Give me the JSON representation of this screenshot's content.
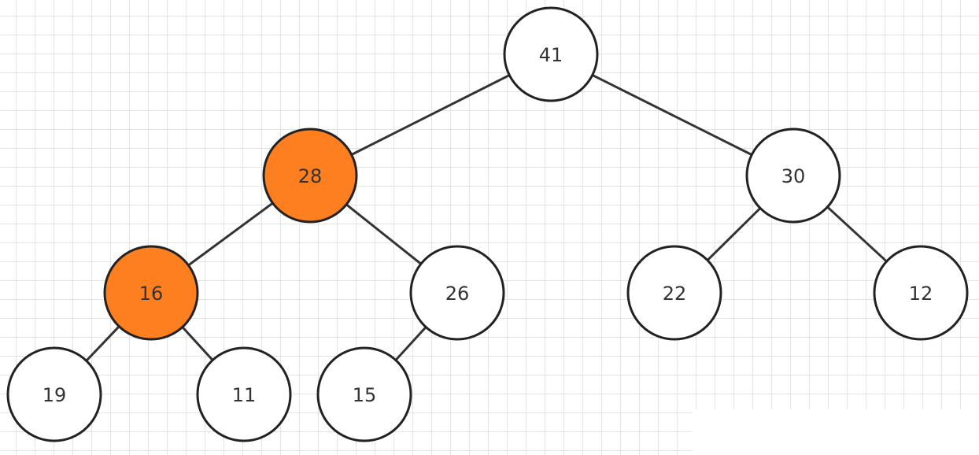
{
  "diagram": {
    "colors": {
      "default_fill": "#ffffff",
      "highlight_fill": "#fd7f1f",
      "stroke": "#222222"
    },
    "nodes": [
      {
        "id": "n41",
        "label": "41",
        "highlighted": false
      },
      {
        "id": "n28",
        "label": "28",
        "highlighted": true
      },
      {
        "id": "n30",
        "label": "30",
        "highlighted": false
      },
      {
        "id": "n16",
        "label": "16",
        "highlighted": true
      },
      {
        "id": "n26",
        "label": "26",
        "highlighted": false
      },
      {
        "id": "n22",
        "label": "22",
        "highlighted": false
      },
      {
        "id": "n12",
        "label": "12",
        "highlighted": false
      },
      {
        "id": "n19",
        "label": "19",
        "highlighted": false
      },
      {
        "id": "n11",
        "label": "11",
        "highlighted": false
      },
      {
        "id": "n15",
        "label": "15",
        "highlighted": false
      }
    ],
    "edges": [
      {
        "from": "n41",
        "to": "n28"
      },
      {
        "from": "n41",
        "to": "n30"
      },
      {
        "from": "n28",
        "to": "n16"
      },
      {
        "from": "n28",
        "to": "n26"
      },
      {
        "from": "n30",
        "to": "n22"
      },
      {
        "from": "n30",
        "to": "n12"
      },
      {
        "from": "n16",
        "to": "n19"
      },
      {
        "from": "n16",
        "to": "n11"
      },
      {
        "from": "n26",
        "to": "n15"
      }
    ]
  }
}
